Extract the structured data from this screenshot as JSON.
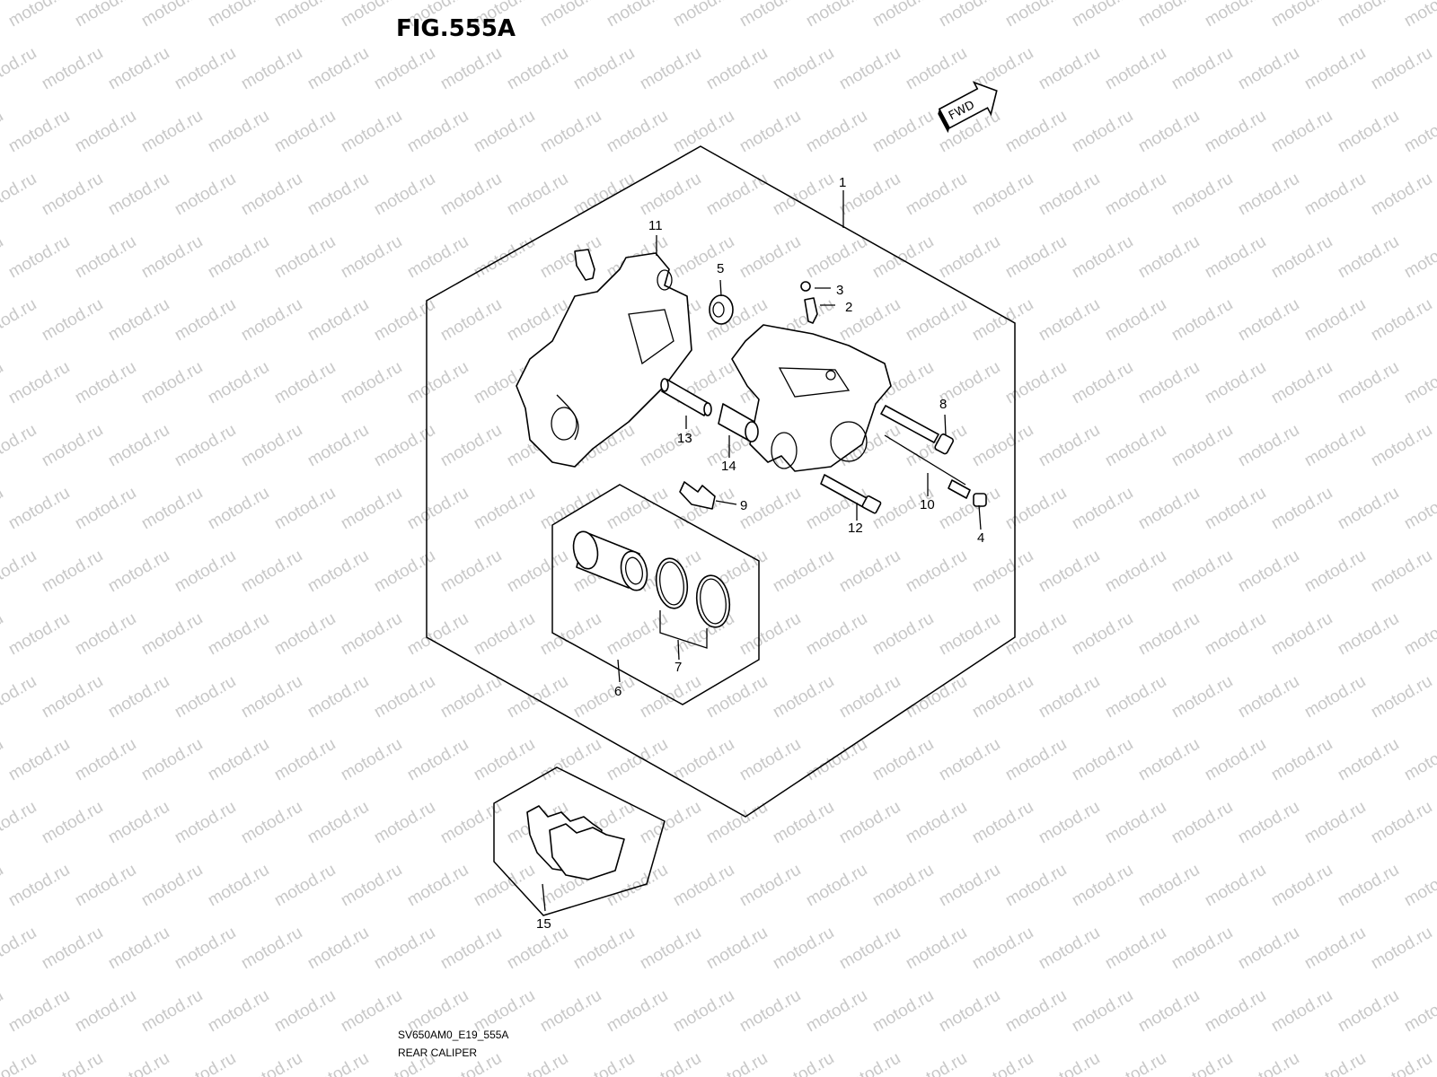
{
  "figure": {
    "title": "FIG.555A",
    "fwd_label": "FWD",
    "model_code": "SV650AM0_E19_555A",
    "caption": "REAR CALIPER"
  },
  "watermark": "motod.ru",
  "callouts": [
    "1",
    "2",
    "3",
    "4",
    "5",
    "6",
    "7",
    "8",
    "9",
    "10",
    "11",
    "12",
    "13",
    "14",
    "15"
  ]
}
